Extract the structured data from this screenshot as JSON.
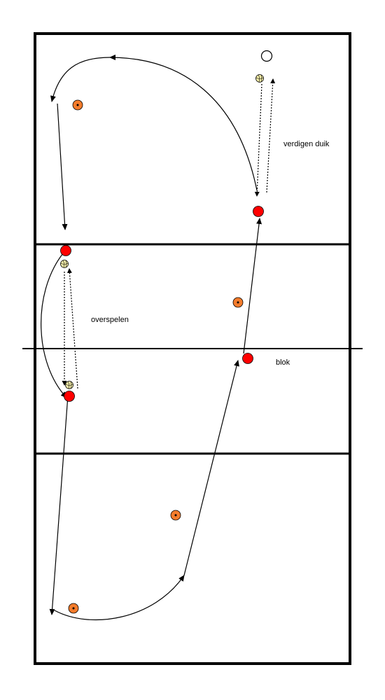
{
  "labels": {
    "verdigen_duik": "verdigen duik",
    "overspelen": "overspelen",
    "blok": "blok"
  },
  "colors": {
    "line": "#000000",
    "player_red": "#ff0000",
    "cone_orange": "#f47c2c",
    "ball": "#f5eea8",
    "background": "#ffffff"
  },
  "icons": [
    "volleyball-icon",
    "cone-icon",
    "player-icon",
    "target-circle-icon"
  ]
}
